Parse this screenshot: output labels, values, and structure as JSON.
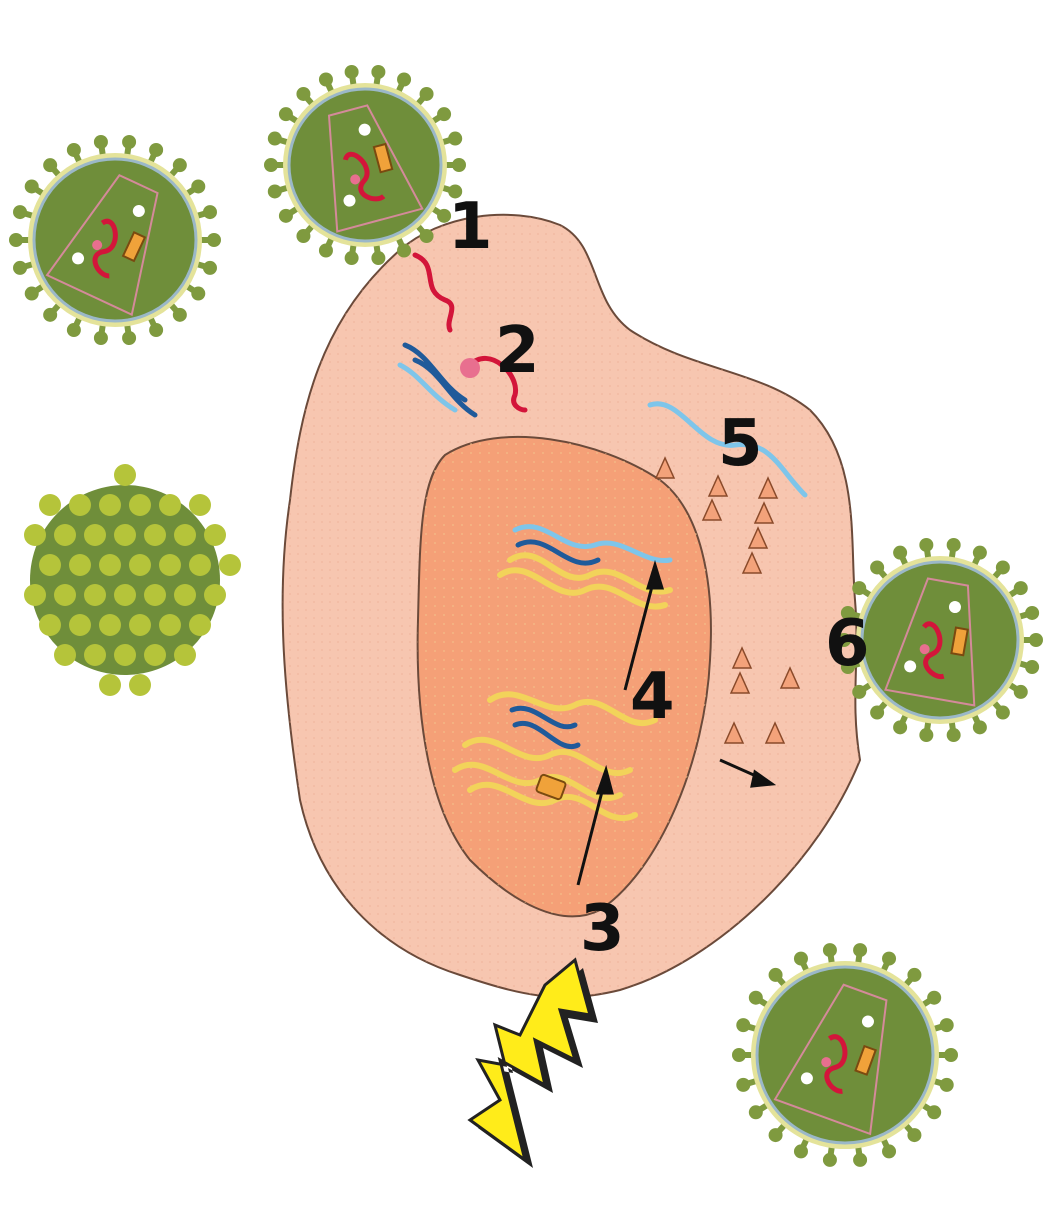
{
  "diagram": {
    "steps": [
      "1",
      "2",
      "3",
      "4",
      "5",
      "6"
    ]
  },
  "colors": {
    "cell_cytoplasm": "#f7c6b0",
    "cell_outline": "#6b4a3a",
    "nucleus": "#f5a077",
    "virus_body": "#6f8e3a",
    "virus_spike": "#7f9a3f",
    "virus_membrane": "#e4e39a",
    "capsid_outline": "#d48a9a",
    "viral_rna": "#d3153a",
    "dna_strand_dark": "#1f5a9a",
    "dna_strand_light": "#7ec5ea",
    "host_dna": "#f2d35a",
    "enzyme": "#f0a23a",
    "protein_marker": "#e86f8f",
    "protein_fragment": "#f3a27a",
    "budding_cell": "#b5c43a",
    "lightning_bolt": "#ffec1a"
  },
  "icons": [
    "virus-particle-icon",
    "lightning-bolt-icon",
    "protein-triangle-icon",
    "rna-strand-icon",
    "dna-strand-icon",
    "enzyme-icon"
  ]
}
